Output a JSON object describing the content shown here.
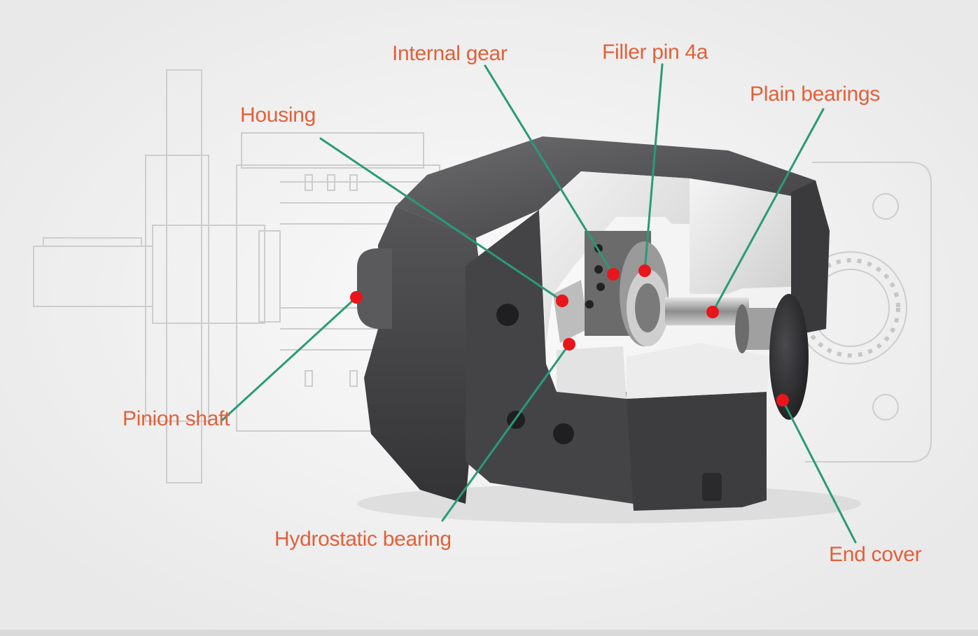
{
  "labels": {
    "internal_gear": "Internal gear",
    "filler_pin": "Filler pin 4a",
    "plain_bearings": "Plain bearings",
    "housing": "Housing",
    "pinion_shaft": "Pinion shaft",
    "hydrostatic_bearing": "Hydrostatic bearing",
    "end_cover": "End cover"
  },
  "colors": {
    "label_text": "#e2603a",
    "leader_line": "#2a9a78",
    "marker_dot": "#e8161b",
    "background": "#eeeeee",
    "pump_body": "#4a4a4c"
  }
}
